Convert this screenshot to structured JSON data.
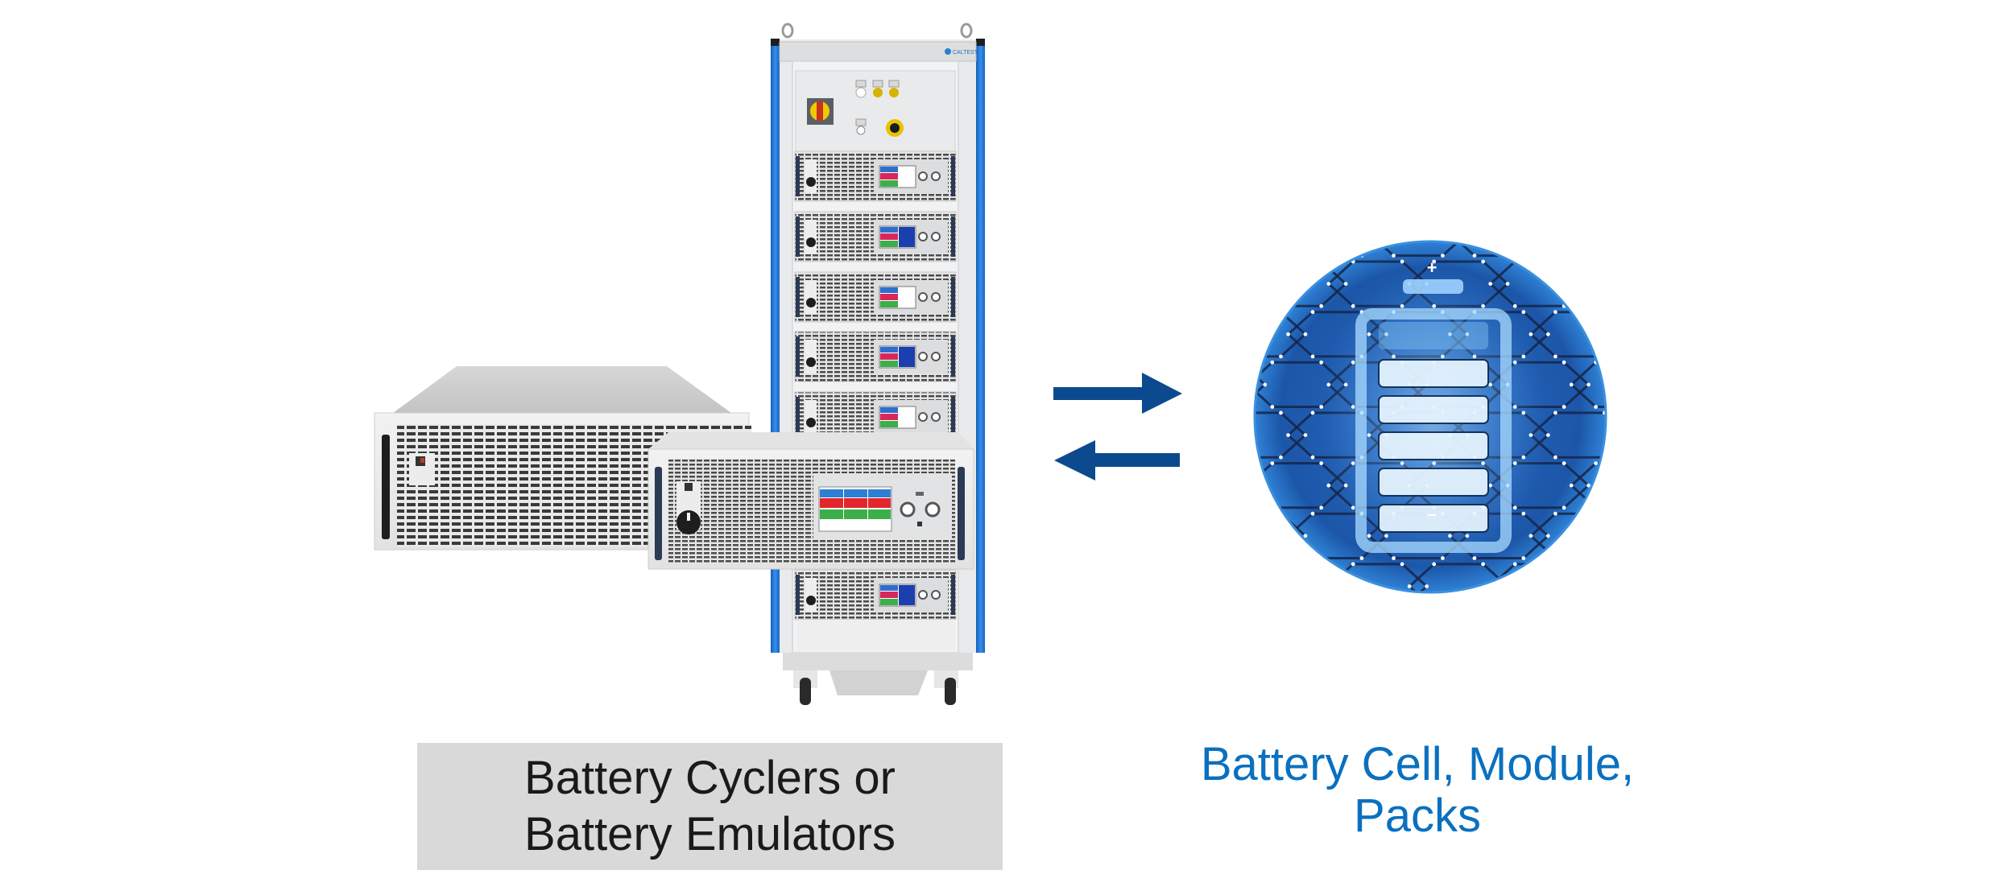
{
  "diagram": {
    "left_group": {
      "label_line1": "Battery Cyclers or",
      "label_line2": "Battery Emulators",
      "label_background": "#d9d9d9",
      "label_color": "#1a1a1a",
      "rack_brand": "CALTEST"
    },
    "flow": {
      "arrows": [
        {
          "direction": "right",
          "meaning": "to battery"
        },
        {
          "direction": "left",
          "meaning": "from battery"
        }
      ],
      "color": "#0b4a8f"
    },
    "right_group": {
      "label_line1": "Battery Cell, Module,",
      "label_line2": "Packs",
      "label_color": "#0a70bf",
      "terminal_plus": "+",
      "terminal_minus": "–",
      "cell_segments": 5
    }
  }
}
